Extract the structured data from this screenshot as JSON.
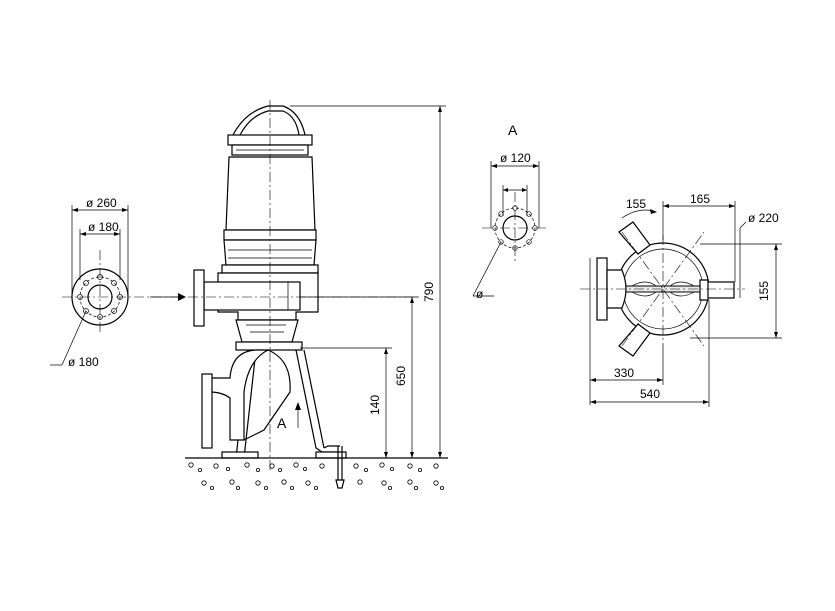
{
  "labels": {
    "flange_outer_dia": "ø 260",
    "flange_bolt_dia": "ø 180",
    "flange_hole_dia": "ø 180",
    "view_a_title": "A",
    "view_a_dia": "ø 120",
    "view_a_hole": "ø",
    "arrow_a": "A",
    "height_total": "790",
    "height_outlet": "650",
    "height_stand": "140",
    "top_angle": "155",
    "top_offset": "165",
    "top_pipe_dia": "ø 220",
    "top_height": "155",
    "top_width_inner": "330",
    "top_width_total": "540"
  }
}
